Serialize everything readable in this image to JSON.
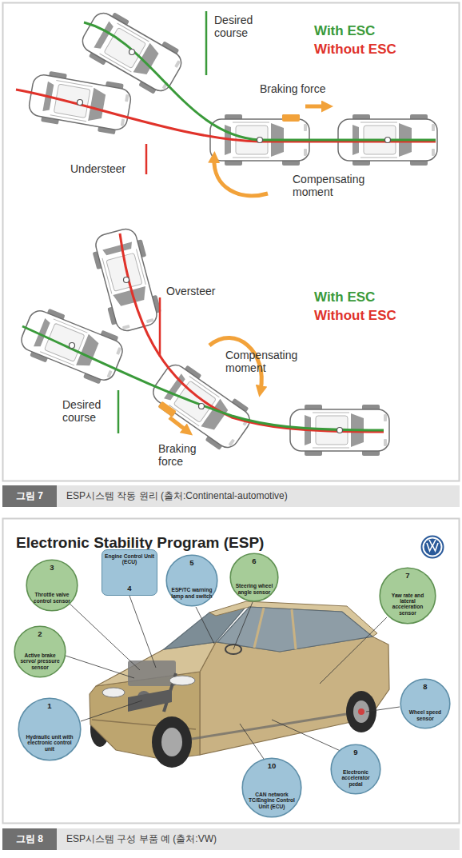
{
  "diagram": {
    "title": "Electronic Stability Program (ESP)",
    "nodes": [
      {
        "text": [
          "ESP시스템 작동 원리 (출처:Continental-automotive)"
        ]
      },
      {
        "text": [
          "그림 7"
        ],
        "in": 0
      },
      {
        "text": [
          "3",
          "Throttle valve control sensor"
        ]
      },
      {
        "text": [
          "Engine Control Unit (ECU)",
          "4"
        ]
      },
      {
        "text": [
          "5",
          "ESP/TC warning lamp and switch"
        ]
      },
      {
        "text": [
          "6",
          "Steering wheel angle sensor"
        ]
      },
      {
        "text": [
          "7",
          "Yaw rate and lateral acceleration sensor"
        ]
      },
      {
        "text": [
          "2",
          "Active brake servo/ pressure sensor"
        ]
      },
      {
        "text": [
          "1",
          "Hydraulic unit with electronic control unit"
        ]
      },
      {
        "text": [
          "8",
          "Wheel speed sensor"
        ]
      },
      {
        "text": [
          "9",
          "Electronic accelerator pedal"
        ]
      },
      {
        "text": [
          "10",
          "CAN network TC/Engine Control Unit (ECU)"
        ]
      },
      {
        "text": [
          "ESP시스템 구성 부품 예 (출처:VW)"
        ]
      },
      {
        "text": [
          "그림 8"
        ],
        "in": 12
      }
    ],
    "labels": [
      "Desired course",
      "Braking force",
      "Understeer",
      "Compensating moment",
      "Oversteer",
      "Compensating moment",
      "Desired course",
      "Braking force"
    ],
    "legend": [
      {
        "text": "With ESC",
        "color": "#3a9a3a"
      },
      {
        "text": "Without ESC",
        "color": "#e0322a"
      },
      {
        "text": "With ESC",
        "color": "#3a9a3a"
      },
      {
        "text": "Without ESC",
        "color": "#e0322a"
      }
    ]
  }
}
